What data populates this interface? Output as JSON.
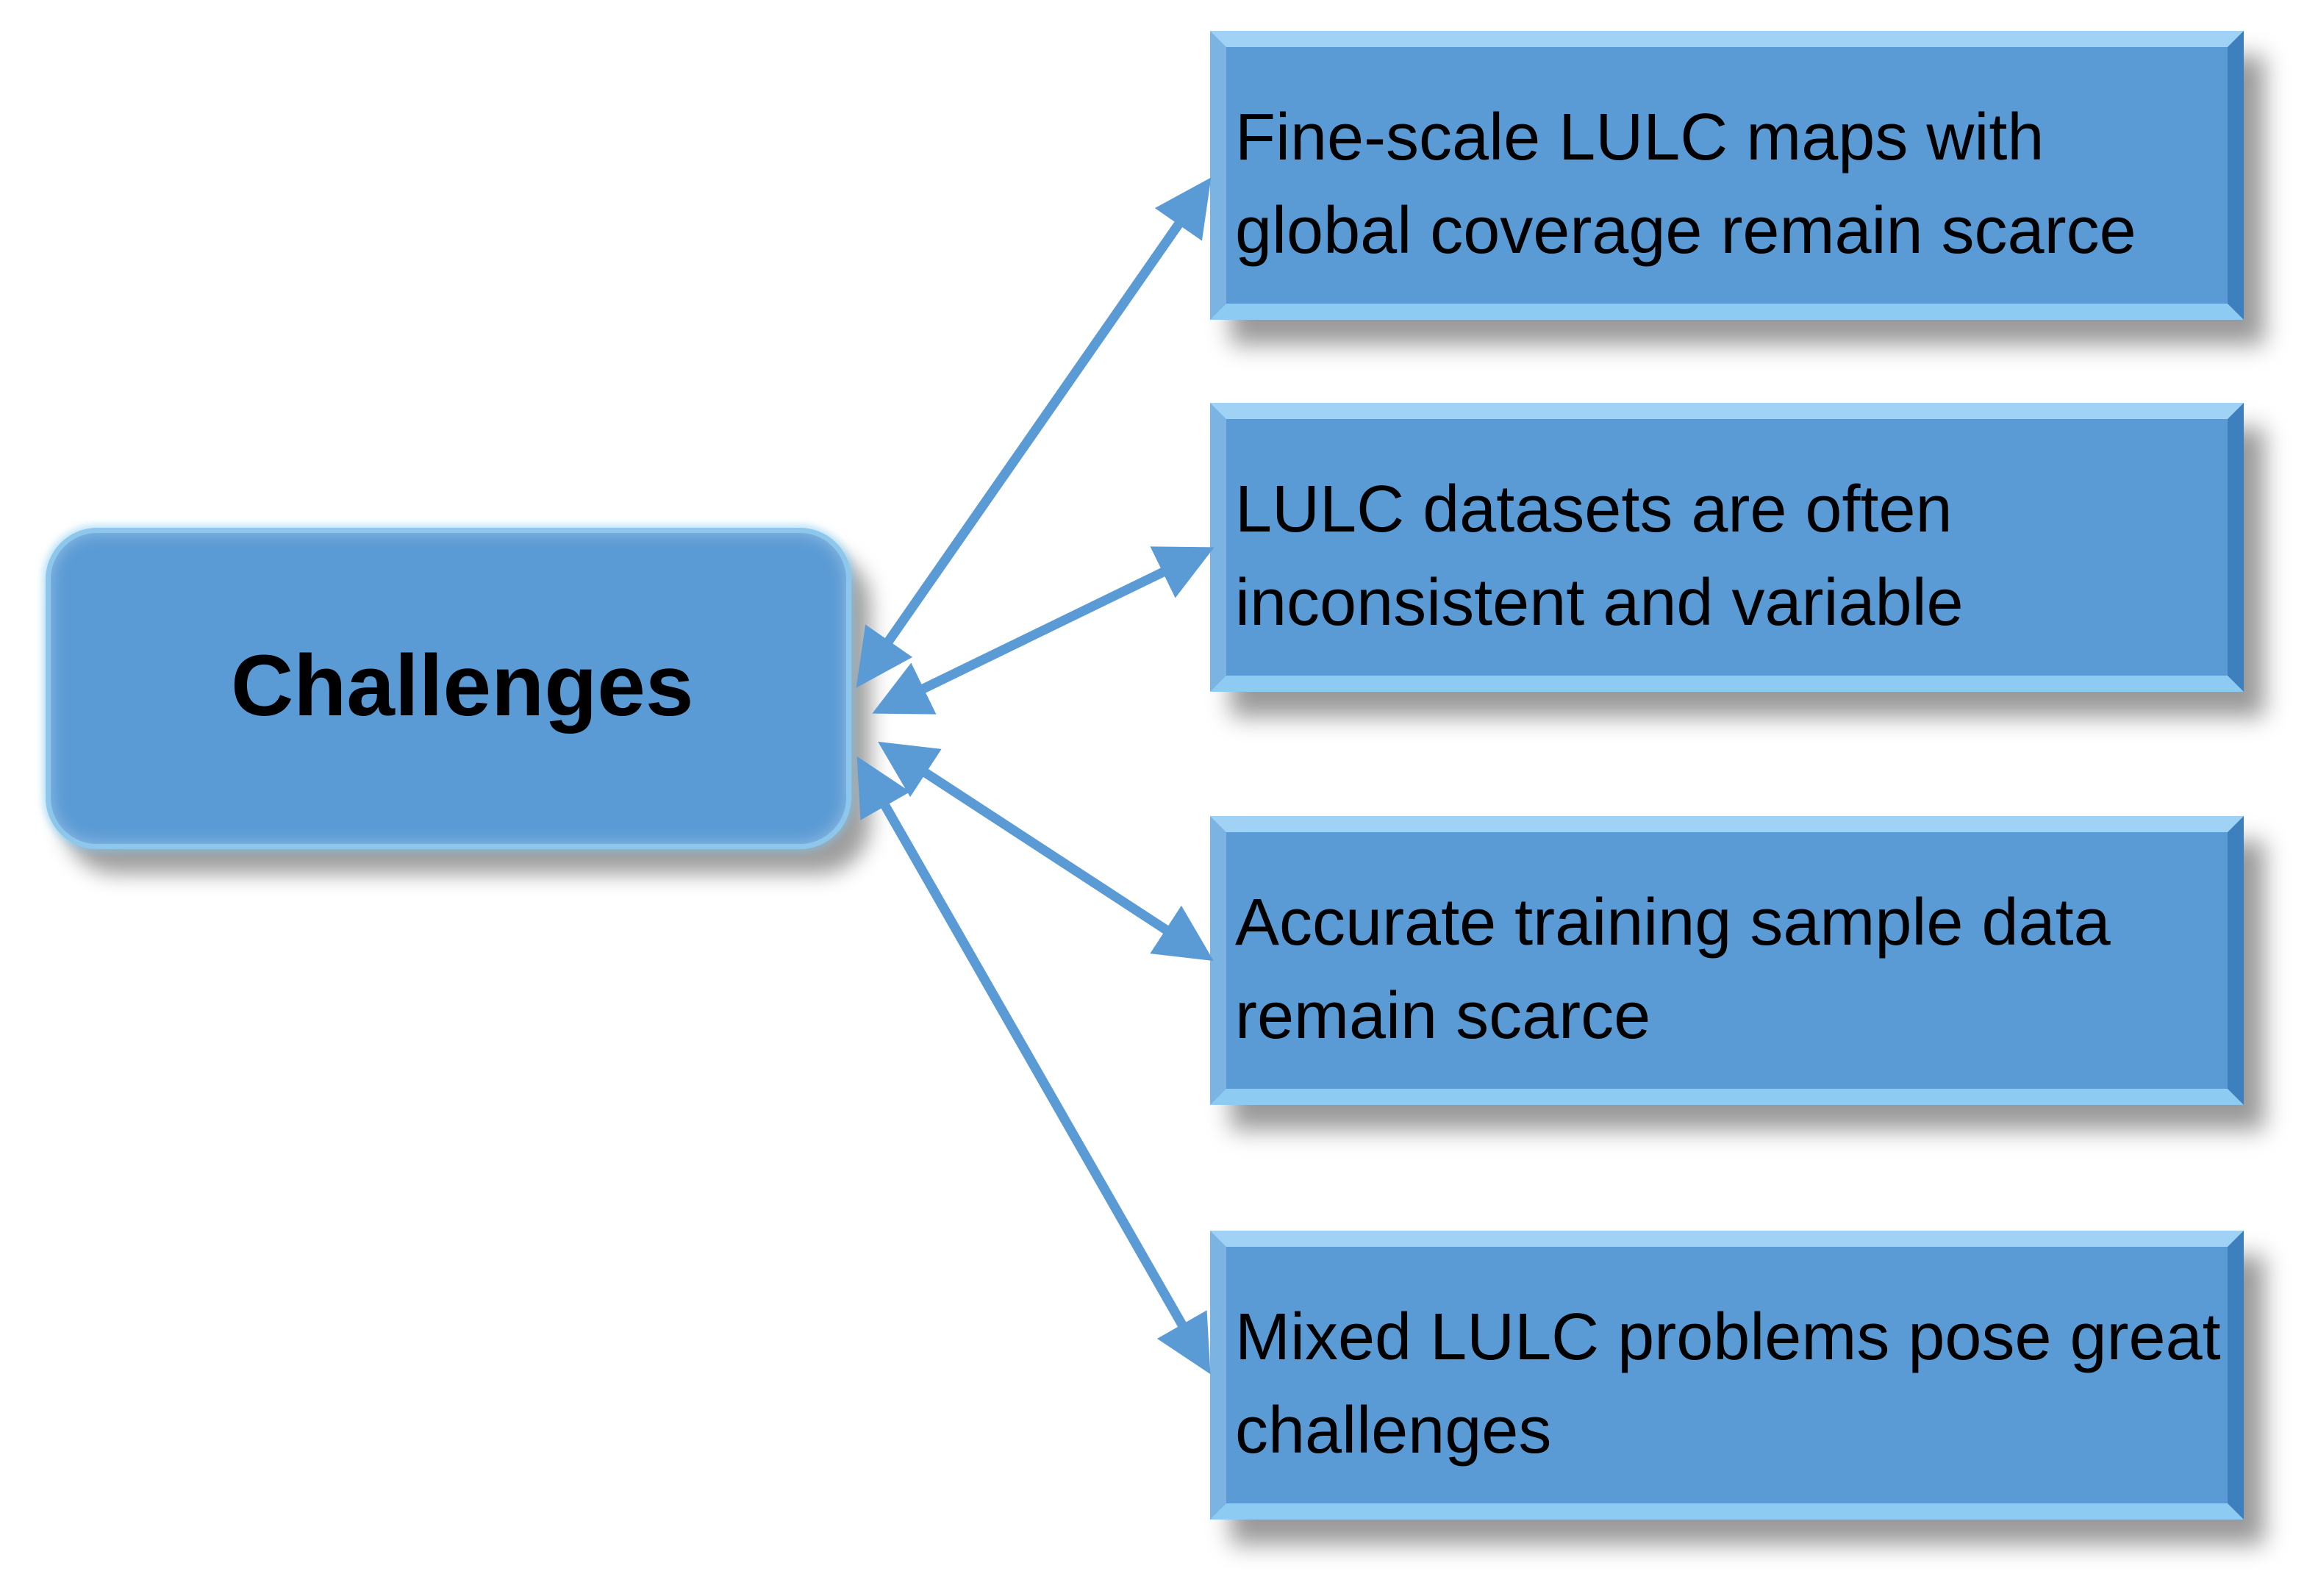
{
  "hub": {
    "label": "Challenges"
  },
  "items": [
    {
      "text": "Fine-scale LULC maps with global coverage remain scarce"
    },
    {
      "text": "LULC datasets are often inconsistent and variable"
    },
    {
      "text": "Accurate training sample data remain scarce"
    },
    {
      "text": "Mixed LULC problems pose great challenges"
    }
  ],
  "colors": {
    "box_fill": "#5b9bd5",
    "arrow": "#5b9bd5",
    "text": "#000000"
  },
  "connectors": "bidirectional-arrows"
}
